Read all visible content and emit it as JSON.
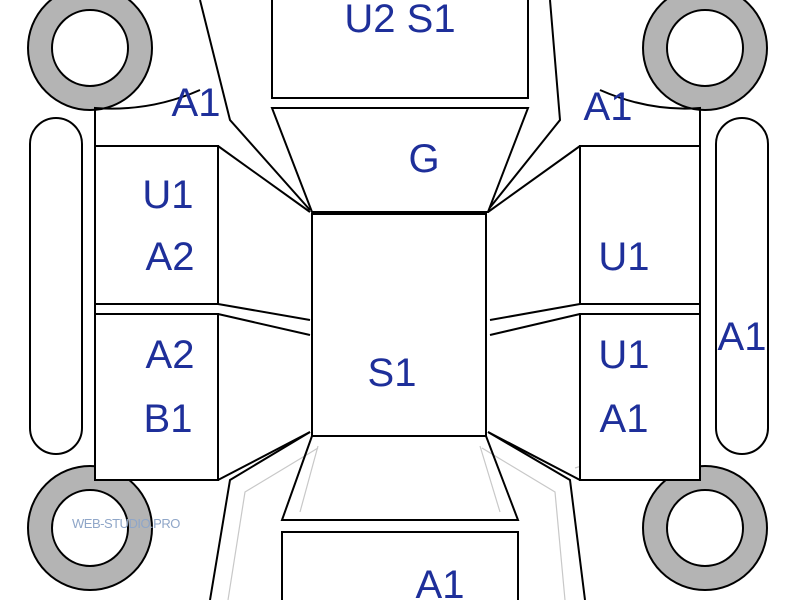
{
  "labels": {
    "trunk": "U2 S1",
    "rear_window": "G",
    "roof": "S1",
    "hood": "A1",
    "left_top_pillar": "A1",
    "right_top_pillar": "A1",
    "left_rear_door_line1": "U1",
    "left_rear_door_line2": "A2",
    "left_front_door_line1": "A2",
    "left_front_door_line2": "B1",
    "right_rear_door": "U1",
    "right_front_door_line1": "U1",
    "right_front_door_line2": "A1",
    "right_sill": "A1"
  },
  "watermark": "WEB-STUDIO.PRO",
  "colors": {
    "label": "#1e2f9a",
    "tire": "#b4b4b4",
    "outline": "#000000"
  }
}
